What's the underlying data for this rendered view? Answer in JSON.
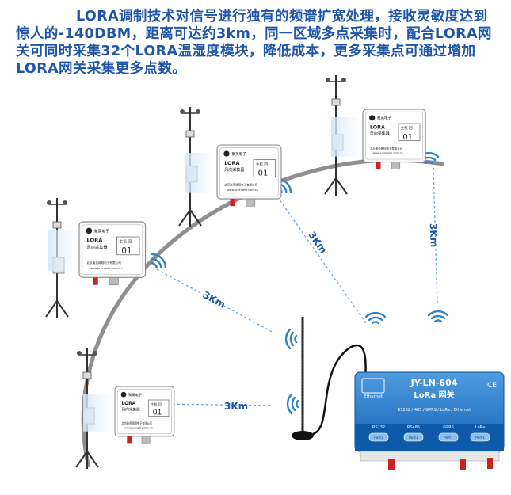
{
  "intro": "LORA调制技术对信号进行独有的频谱扩宽处理，接收灵敏度达到惊人的-140DBM，距离可达约3km，同一区域多点采集时，配合LORA网关可同时采集32个LORA温湿度模块，降低成本，更多采集点可通过增加LORA网关采集更多点数。",
  "distance_label": "3Km",
  "sensor": {
    "brand": "聚英电子",
    "model": "LORA",
    "name": "风向采集器",
    "addr_label": "主机 回",
    "addr": "01",
    "company": "北京聚英翱翔电子有限公司",
    "url": "www.juyingele.com.cn"
  },
  "gateway": {
    "model": "JY-LN-604",
    "name": "LoRa 网关",
    "ethernet": "Ethernet",
    "features": "RS232 / 485 / GPRS / LoRa / Ethernet",
    "ports": [
      "RS232",
      "RS485",
      "GPRS",
      "LoRa"
    ],
    "port_tag": "Port1",
    "ce": "CE"
  },
  "colors": {
    "text": "#1f56a8",
    "dash": "#6aa8dc",
    "arc": "#8f8f8f",
    "gateway": "#1d76c8"
  }
}
